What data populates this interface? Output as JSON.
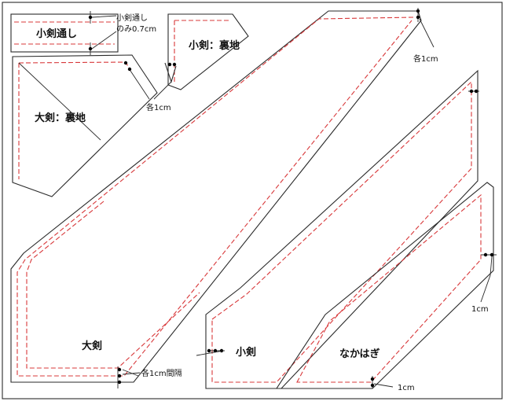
{
  "pieces": {
    "kokendooshi": "小剣通し",
    "kokenura": "小剣：裏地",
    "okenura": "大剣：裏地",
    "oken": "大剣",
    "koken": "小剣",
    "nakahagi": "なかはぎ"
  },
  "notes": {
    "kokendooshi_line1": "小剣通し",
    "kokendooshi_line2": "のみ0.7cm",
    "each_1cm_a": "各1cm",
    "each_1cm_b": "各1cm",
    "each_1cm_gap": "各1cm間隔",
    "one_cm_a": "1cm",
    "one_cm_b": "1cm"
  },
  "colors": {
    "outline": "#2a2a2a",
    "seam_allowance": "#d8383a",
    "background": "#ffffff"
  }
}
